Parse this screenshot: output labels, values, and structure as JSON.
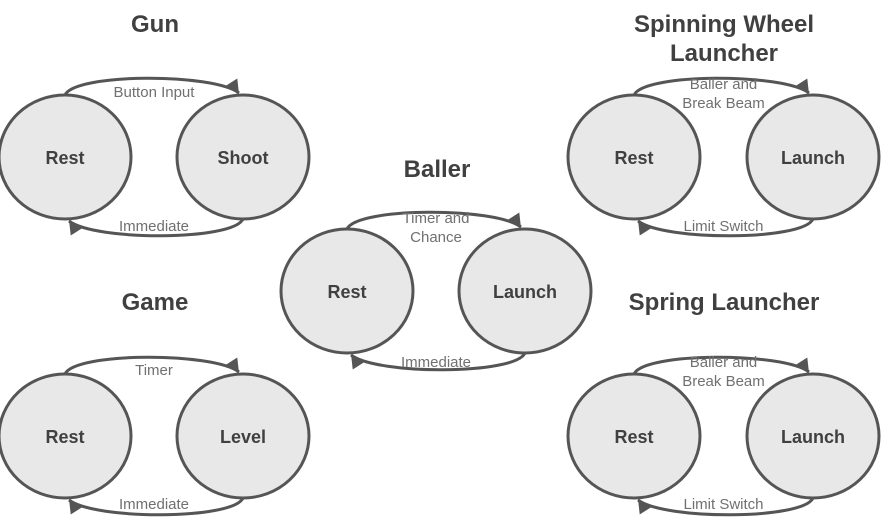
{
  "machines": {
    "gun": {
      "title": [
        "Gun"
      ],
      "states": [
        "Rest",
        "Shoot"
      ],
      "top_transition": [
        "Button Input"
      ],
      "bottom_transition": [
        "Immediate"
      ]
    },
    "spinning_wheel": {
      "title": [
        "Spinning Wheel",
        "Launcher"
      ],
      "states": [
        "Rest",
        "Launch"
      ],
      "top_transition": [
        "Baller and",
        "Break Beam"
      ],
      "bottom_transition": [
        "Limit Switch"
      ]
    },
    "baller": {
      "title": [
        "Baller"
      ],
      "states": [
        "Rest",
        "Launch"
      ],
      "top_transition": [
        "Timer and",
        "Chance"
      ],
      "bottom_transition": [
        "Immediate"
      ]
    },
    "game": {
      "title": [
        "Game"
      ],
      "states": [
        "Rest",
        "Level"
      ],
      "top_transition": [
        "Timer"
      ],
      "bottom_transition": [
        "Immediate"
      ]
    },
    "spring": {
      "title": [
        "Spring Launcher"
      ],
      "states": [
        "Rest",
        "Launch"
      ],
      "top_transition": [
        "Baller and",
        "Break Beam"
      ],
      "bottom_transition": [
        "Limit Switch"
      ]
    }
  },
  "colors": {
    "node_fill": "#e8e8e8",
    "stroke": "#555555",
    "title_text": "#404040",
    "edge_text": "#707070"
  }
}
